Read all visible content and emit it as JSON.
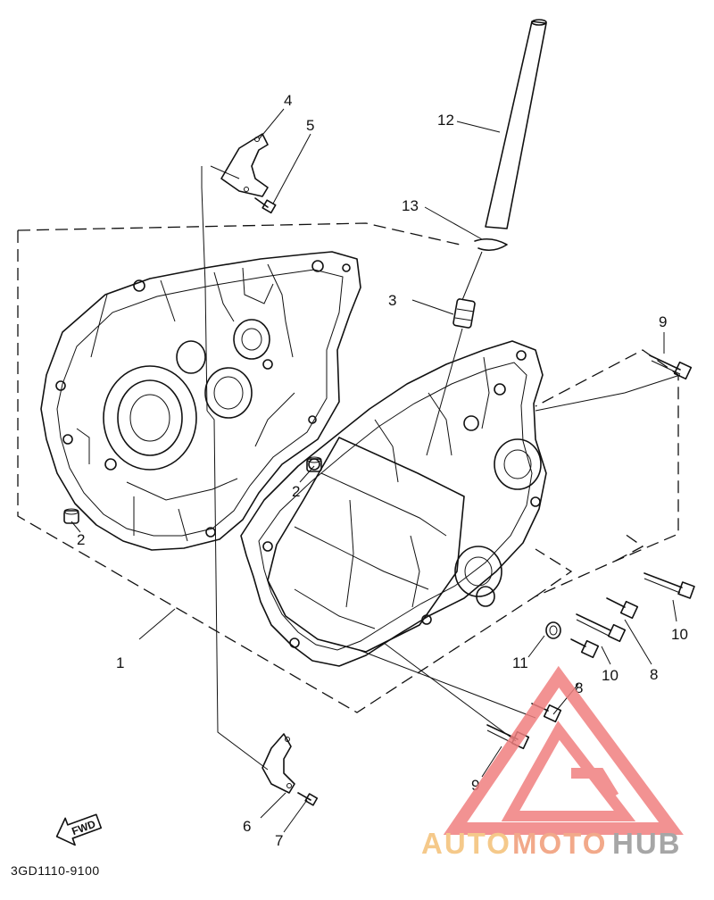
{
  "callouts": {
    "c1": "1",
    "c2a": "2",
    "c2b": "2",
    "c3": "3",
    "c4": "4",
    "c5": "5",
    "c6": "6",
    "c7": "7",
    "c8a": "8",
    "c8b": "8",
    "c9a": "9",
    "c9b": "9",
    "c10a": "10",
    "c10b": "10",
    "c11": "11",
    "c12": "12",
    "c13": "13"
  },
  "fwd_label": "FWD",
  "part_code": "3GD1110-9100",
  "watermark": {
    "auto": "AUTO",
    "moto": "MOTO",
    "hub": "HUB",
    "colors": {
      "auto": "#f5c98a",
      "moto": "#f2a98a",
      "hub": "#a6a6a6",
      "triangle": "#f08080"
    }
  },
  "icons": {
    "fwd_arrow": "fwd-arrow-icon",
    "logo": "automotohub-triangle-logo"
  }
}
